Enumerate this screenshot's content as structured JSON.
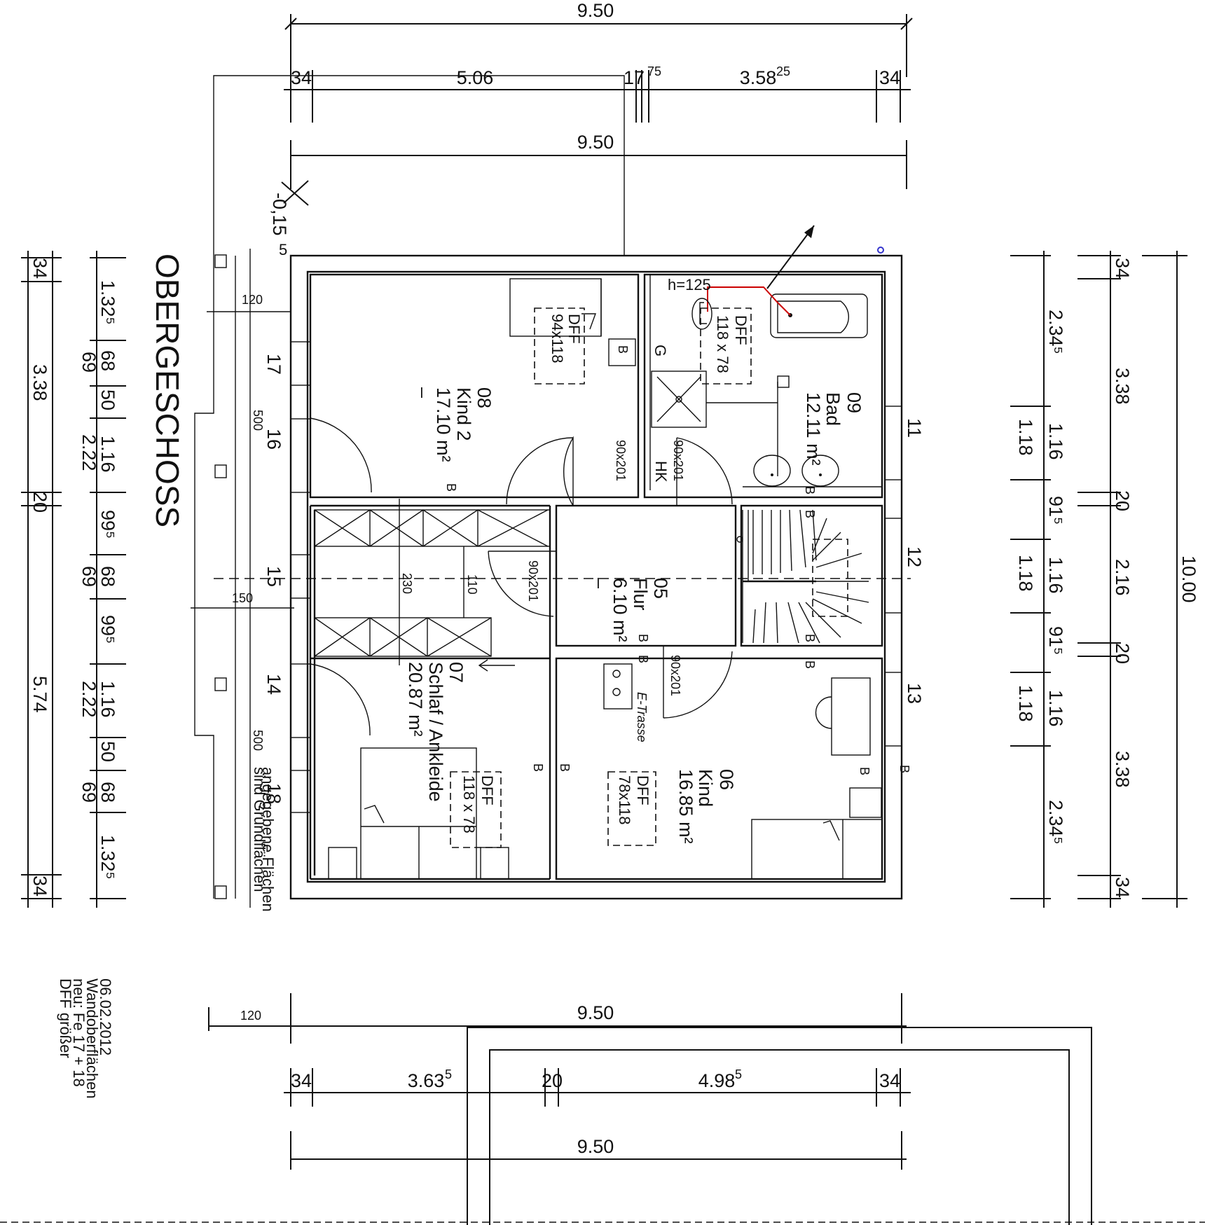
{
  "title": "OBERGESCHOSS",
  "level_mark": "-0,15",
  "notes": {
    "area_note_1": "angegebene Flächen",
    "area_note_2": "sind Grundflächen",
    "rev_date": "06.02.2012",
    "rev_1": "Wandoberflächen",
    "rev_2": "neu: Fe 17 + 18",
    "rev_3": "DFF größer"
  },
  "rooms": {
    "kind2": {
      "num": "08",
      "name": "Kind 2",
      "area": "17.10 m²",
      "extra": "–"
    },
    "bad": {
      "num": "09",
      "name": "Bad",
      "area": "12.11 m²"
    },
    "flur": {
      "num": "05",
      "name": "Flur",
      "area": "6.10 m²",
      "extra": "–"
    },
    "schlaf": {
      "num": "07",
      "name": "Schlaf / Ankleide",
      "area": "20.87 m²"
    },
    "kind": {
      "num": "06",
      "name": "Kind",
      "area": "16.85 m²"
    }
  },
  "roof_windows": {
    "kind2": {
      "label": "DFF",
      "size": "94x118"
    },
    "bad": {
      "label": "DFF",
      "size": "118 x 78"
    },
    "schlaf": {
      "label": "DFF",
      "size": "118 x 78"
    },
    "kind": {
      "label": "DFF",
      "size": "78x118"
    }
  },
  "misc_labels": {
    "h125": "h=125",
    "hk": "HK",
    "g": "G",
    "etrasse": "E-Trasse",
    "door": "90x201",
    "b": "B",
    "n5": "5",
    "n120": "120",
    "n150": "150",
    "n500": "500",
    "n230": "230",
    "n110": "110"
  },
  "windows": [
    "17",
    "16",
    "15",
    "14",
    "18",
    "11",
    "12",
    "13"
  ],
  "dims_top": {
    "total1": "9.50",
    "a": "34",
    "b": "5.06",
    "c": "17",
    "c_sup": "75",
    "d": "3.58",
    "d_sup": "25",
    "e": "34",
    "total2": "9.50"
  },
  "dims_bottom": {
    "n120": "120",
    "total1": "9.50",
    "a": "34",
    "b": "3.63",
    "b_sup": "5",
    "c": "20",
    "d": "4.98",
    "d_sup": "5",
    "e": "34",
    "total2": "9.50"
  },
  "dims_left": {
    "outer": [
      "34",
      "3.38",
      "20",
      "5.74",
      "34"
    ],
    "inner": [
      "1.32⁵",
      "68",
      "50",
      "1.16",
      "99⁵",
      "68",
      "99⁵",
      "1.16",
      "50",
      "68",
      "1.32⁵"
    ],
    "mid": [
      "69",
      "2.22",
      "69",
      "2.22",
      "69"
    ]
  },
  "dims_right": {
    "a": [
      "2.34⁵",
      "1.18",
      "1.18",
      "1.18",
      "2.34⁵"
    ],
    "b": [
      "1.16",
      "91⁵",
      "1.16",
      "91⁵",
      "1.16"
    ],
    "c": [
      "34",
      "3.38",
      "20",
      "2.16",
      "20",
      "3.38",
      "34"
    ],
    "total": "10.00"
  }
}
